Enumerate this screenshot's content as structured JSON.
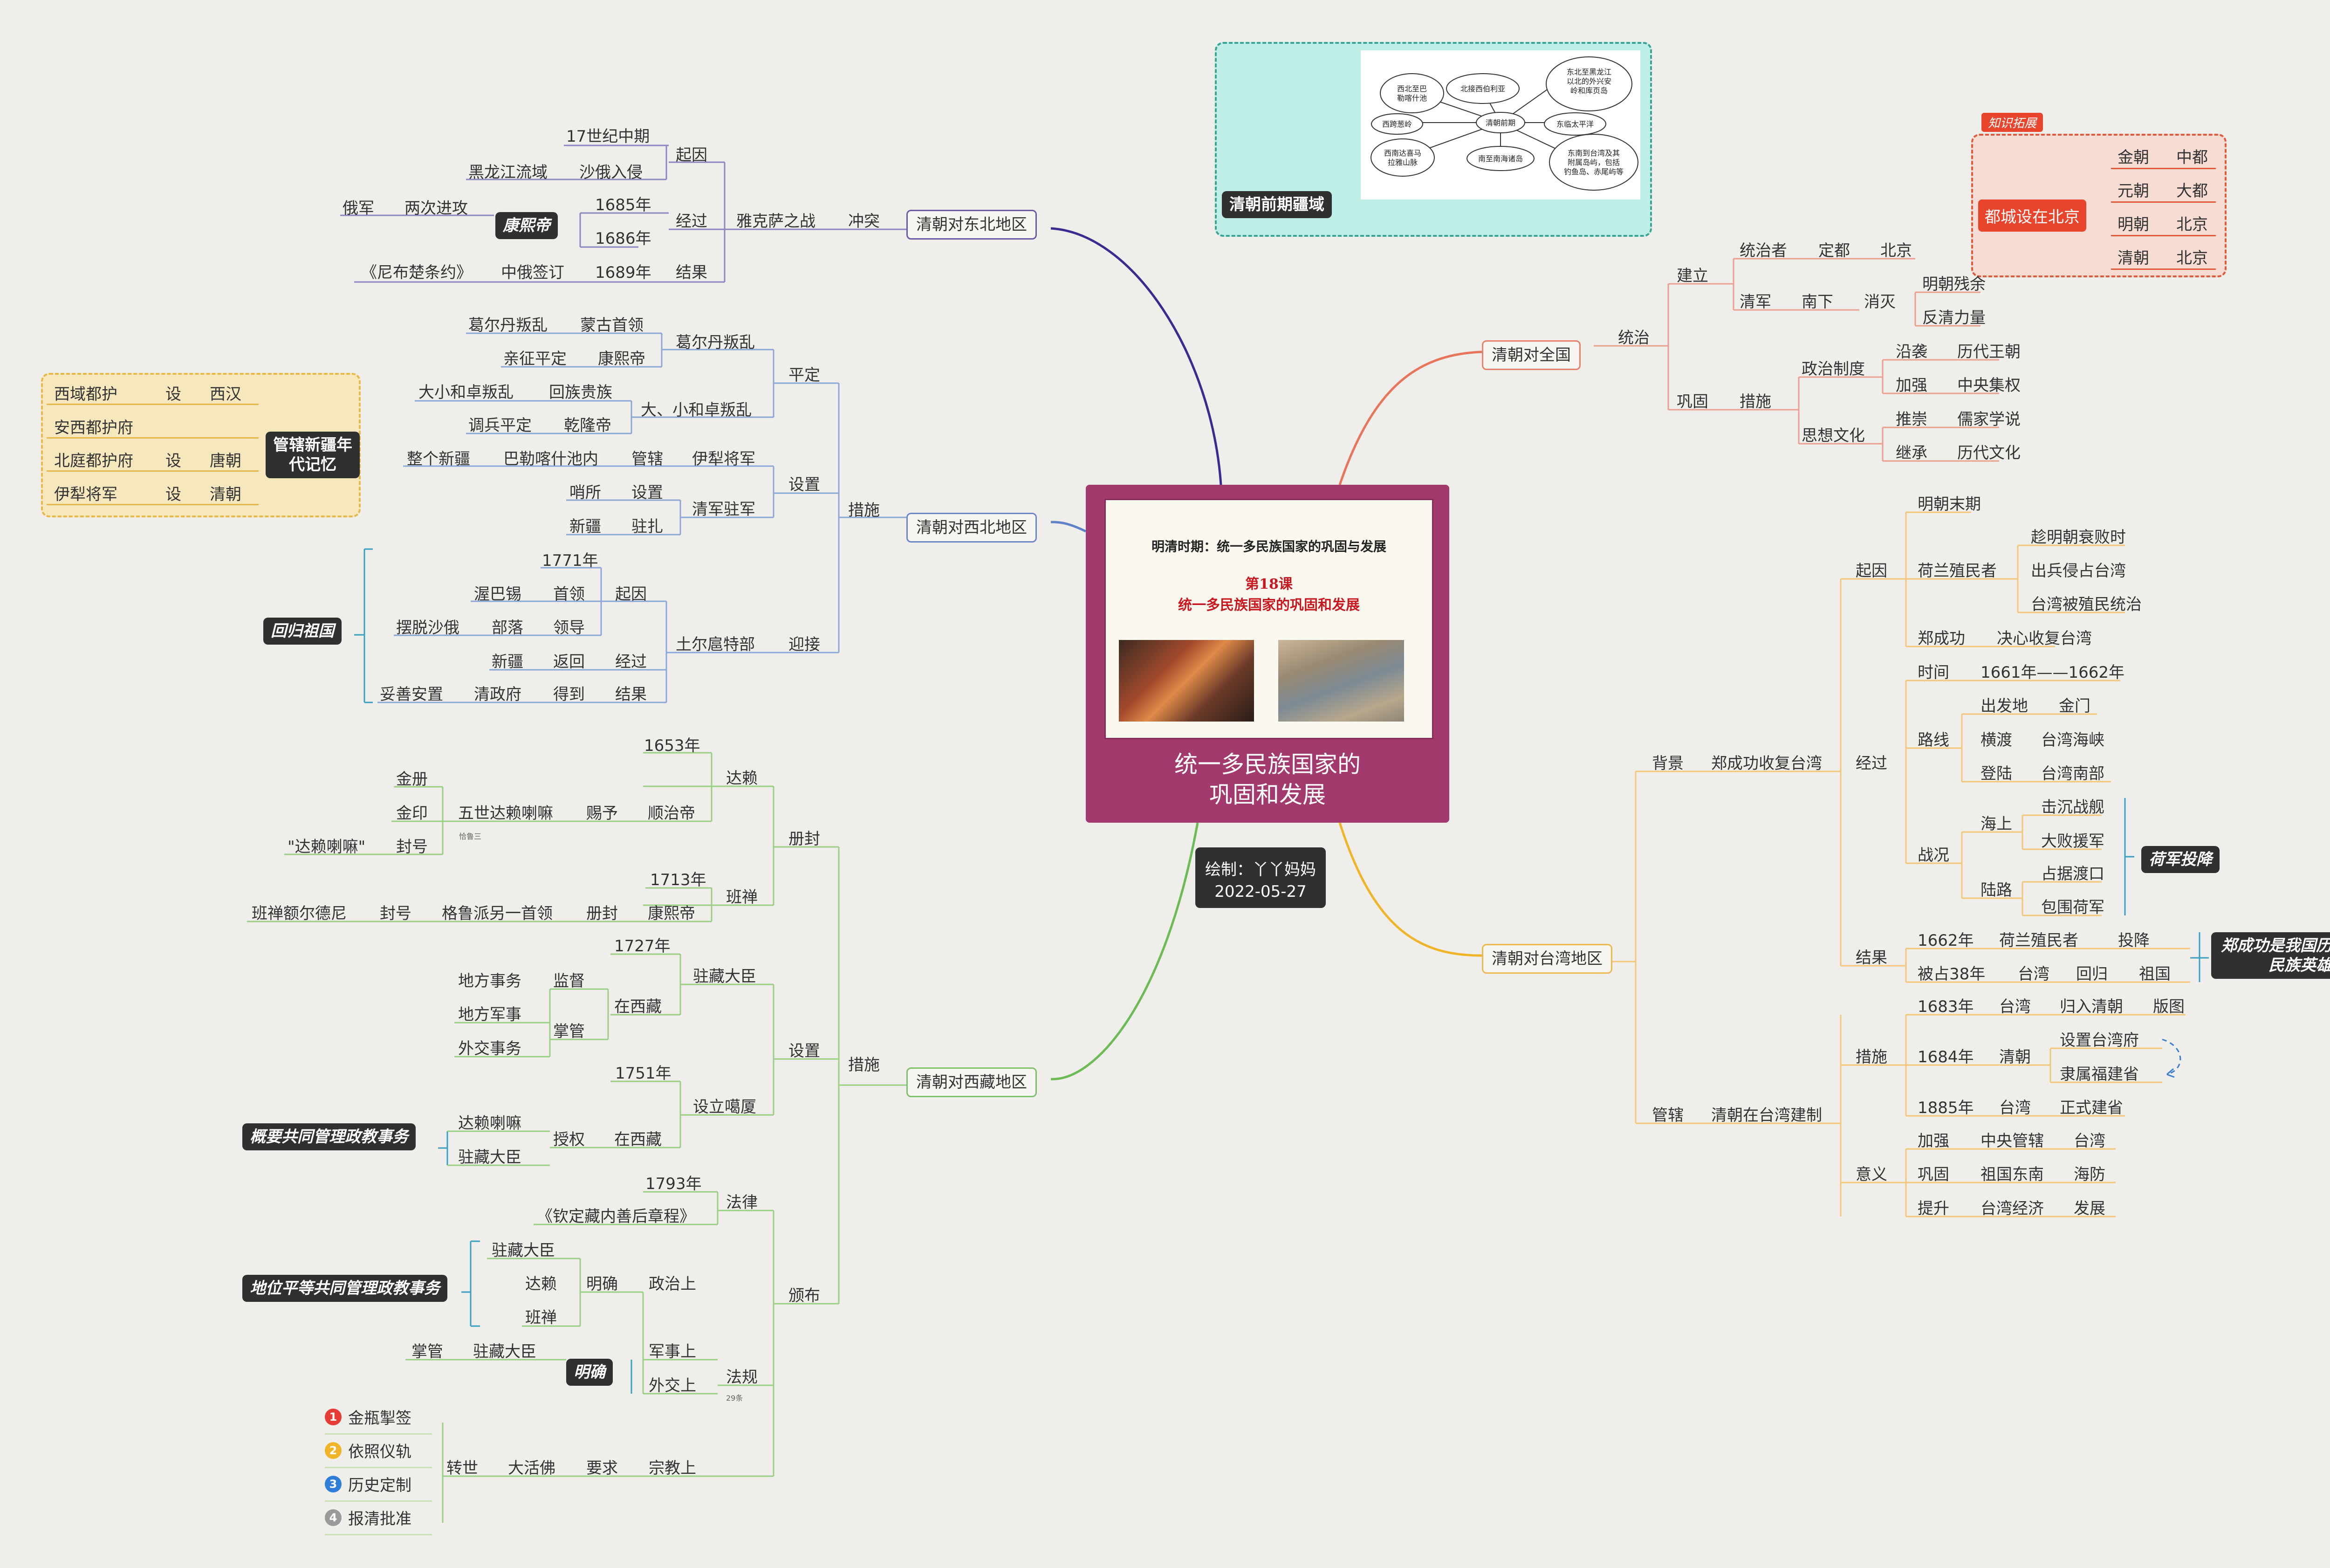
{
  "center": {
    "slide_header": "明清时期：统一多民族国家的巩固与发展",
    "slide_lesson": "第18课",
    "slide_title": "统一多民族国家的巩固和发展",
    "title_line1": "统一多民族国家的",
    "title_line2": "巩固和发展",
    "author": "绘制：丫丫妈妈",
    "date": "2022-05-27"
  },
  "inset": {
    "label": "清朝前期疆域",
    "center_node": "清朝前期",
    "nodes": [
      "西北至巴勒喀什池",
      "北接西伯利亚",
      "东北至黑龙江以北的外兴安岭和库页岛",
      "西跨葱岭",
      "东临太平洋",
      "西南达喜马拉雅山脉",
      "南至南海诸岛",
      "东南到台湾及其附属岛屿，包括钓鱼岛、赤尾屿等"
    ]
  },
  "capital": {
    "tag": "知识拓展",
    "label": "都城设在北京",
    "rows": [
      [
        "金朝",
        "中都"
      ],
      [
        "元朝",
        "大都"
      ],
      [
        "明朝",
        "北京"
      ],
      [
        "清朝",
        "北京"
      ]
    ]
  },
  "northeast": {
    "topic": "清朝对东北地区",
    "conflict": "冲突",
    "battle": "雅克萨之战",
    "cause": "起因",
    "cause_time": "17世纪中期",
    "cause_place": "黑龙江流域",
    "cause_event": "沙俄入侵",
    "process": "经过",
    "kangxi": "康熙帝",
    "russia": "俄军",
    "twice": "两次进攻",
    "y1685": "1685年",
    "y1686": "1686年",
    "result": "结果",
    "treaty": "《尼布楚条约》",
    "signed": "中俄签订",
    "y1689": "1689年"
  },
  "northwest": {
    "topic": "清朝对西北地区",
    "measures": "措施",
    "pacify": "平定",
    "galdan": "葛尔丹叛乱",
    "galdan_rebel": "葛尔丹叛乱",
    "mongol": "蒙古首领",
    "expedition": "亲征平定",
    "kangxi": "康熙帝",
    "hezhuo": "大、小和卓叛乱",
    "hezhuo_rebel": "大小和卓叛乱",
    "hui": "回族贵族",
    "dispatch": "调兵平定",
    "qianlong": "乾隆帝",
    "setup": "设置",
    "govern_all": "整个新疆",
    "balkhash": "巴勒喀什池内",
    "manage": "管辖",
    "ili": "伊犁将军",
    "troops": "清军驻军",
    "post": "哨所",
    "set": "设置",
    "xinjiang": "新疆",
    "station": "驻扎",
    "welcome": "迎接",
    "torghut": "土尔扈特部",
    "origin": "起因",
    "y1771": "1771年",
    "ubashi": "渥巴锡",
    "leader": "首领",
    "escape": "摆脱沙俄",
    "tribe": "部落",
    "lead": "领导",
    "course": "经过",
    "returned": "返回",
    "result": "结果",
    "settle": "妥善安置",
    "govt": "清政府",
    "got": "得到",
    "back": "回归祖国",
    "memory_label": "管辖新疆年代记忆",
    "memory_rows": [
      [
        "西域都护",
        "设",
        "西汉"
      ],
      [
        "安西都护府",
        "",
        ""
      ],
      [
        "北庭都护府",
        "设",
        "唐朝"
      ],
      [
        "伊犁将军",
        "设",
        "清朝"
      ]
    ]
  },
  "tibet": {
    "topic": "清朝对西藏地区",
    "measures": "措施",
    "confer": "册封",
    "dalai": "达赖",
    "y1653": "1653年",
    "shunzhi": "顺治帝",
    "grant": "赐予",
    "fifth": "五世达赖喇嘛",
    "gold_book": "金册",
    "gold_seal": "金印",
    "title_of": "封号",
    "dalai_lama": "\"达赖喇嘛\"",
    "panchen": "班禅",
    "y1713": "1713年",
    "kangxi": "康熙帝",
    "enfeoff": "册封",
    "gelug": "格鲁派另一首领",
    "title2": "封号",
    "panchen_full": "班禅额尔德尼",
    "setup": "设置",
    "amban": "驻藏大臣",
    "y1727": "1727年",
    "in_tibet": "在西藏",
    "supervise": "监督",
    "local_affairs": "地方事务",
    "control": "掌管",
    "military": "地方军事",
    "foreign": "外交事务",
    "kashag": "设立噶厦",
    "y1751": "1751年",
    "in_tibet2": "在西藏",
    "authorize": "授权",
    "dalai_lama2": "达赖喇嘛",
    "amban2": "驻藏大臣",
    "joint": "概要共同管理政教事务",
    "promulgate": "颁布",
    "law": "法律",
    "y1793": "1793年",
    "charter": "《钦定藏内善后章程》",
    "regulation": "法规",
    "political": "政治上",
    "clarify": "明确",
    "amban3": "驻藏大臣",
    "dalai3": "达赖",
    "panchen3": "班禅",
    "equal": "地位平等共同管理政教事务",
    "military_on": "军事上",
    "foreign_on": "外交上",
    "clear": "明确",
    "in_charge": "掌管",
    "amban4": "驻藏大臣",
    "religion": "宗教上",
    "require": "要求",
    "living_buddha": "大活佛",
    "reincarnation": "转世",
    "steps": [
      "金瓶掣签",
      "依照仪轨",
      "历史定制",
      "报清批准"
    ],
    "tiny1": "恰鲁三",
    "tiny2": "29条"
  },
  "nation": {
    "topic": "清朝对全国",
    "rule": "统治",
    "establish": "建立",
    "ruler": "统治者",
    "capital": "定都",
    "beijing": "北京",
    "qing_army": "清军",
    "south": "南下",
    "destroy": "消灭",
    "ming_remnant": "明朝残余",
    "anti_qing": "反清力量",
    "consolidate": "巩固",
    "measures": "措施",
    "political_system": "政治制度",
    "follow": "沿袭",
    "past_dyn": "历代王朝",
    "strengthen": "加强",
    "central": "中央集权",
    "thought": "思想文化",
    "promote": "推崇",
    "confucian": "儒家学说",
    "inherit": "继承",
    "culture": "历代文化"
  },
  "taiwan": {
    "topic": "清朝对台湾地区",
    "background": "背景",
    "recover": "郑成功收复台湾",
    "origin": "起因",
    "late_ming": "明朝末期",
    "dutch": "荷兰殖民者",
    "decline": "趁明朝衰败时",
    "occupy": "出兵侵占台湾",
    "colonized": "台湾被殖民统治",
    "zheng": "郑成功",
    "resolve": "决心收复台湾",
    "course": "经过",
    "time": "时间",
    "period": "1661年——1662年",
    "route": "路线",
    "depart": "出发地",
    "jinmen": "金门",
    "cross": "横渡",
    "strait": "台湾海峡",
    "land": "登陆",
    "south_tw": "台湾南部",
    "battle": "战况",
    "sea": "海上",
    "sink": "击沉战舰",
    "rout": "大败援军",
    "ashore": "陆路",
    "seize": "占据渡口",
    "besiege": "包围荷军",
    "surrender": "荷军投降",
    "result": "结果",
    "y1662": "1662年",
    "dutch2": "荷兰殖民者",
    "surrendered": "投降",
    "occupied": "被占38年",
    "taiwan": "台湾",
    "returned": "回归",
    "motherland": "祖国",
    "hero": "郑成功是我国历史上的民族英雄",
    "govern": "管辖",
    "build": "清朝在台湾建制",
    "measures": "措施",
    "y1683": "1683年",
    "taiwan2": "台湾",
    "into_qing": "归入清朝",
    "territory": "版图",
    "y1684": "1684年",
    "qing": "清朝",
    "set_prefecture": "设置台湾府",
    "fujian": "隶属福建省",
    "y1885": "1885年",
    "taiwan3": "台湾",
    "province": "正式建省",
    "meaning": "意义",
    "reinforce": "加强",
    "central_gov": "中央管辖",
    "taiwan4": "台湾",
    "solidify": "巩固",
    "southeast": "祖国东南",
    "coast": "海防",
    "improve": "提升",
    "economy": "台湾经济",
    "develop": "发展"
  }
}
